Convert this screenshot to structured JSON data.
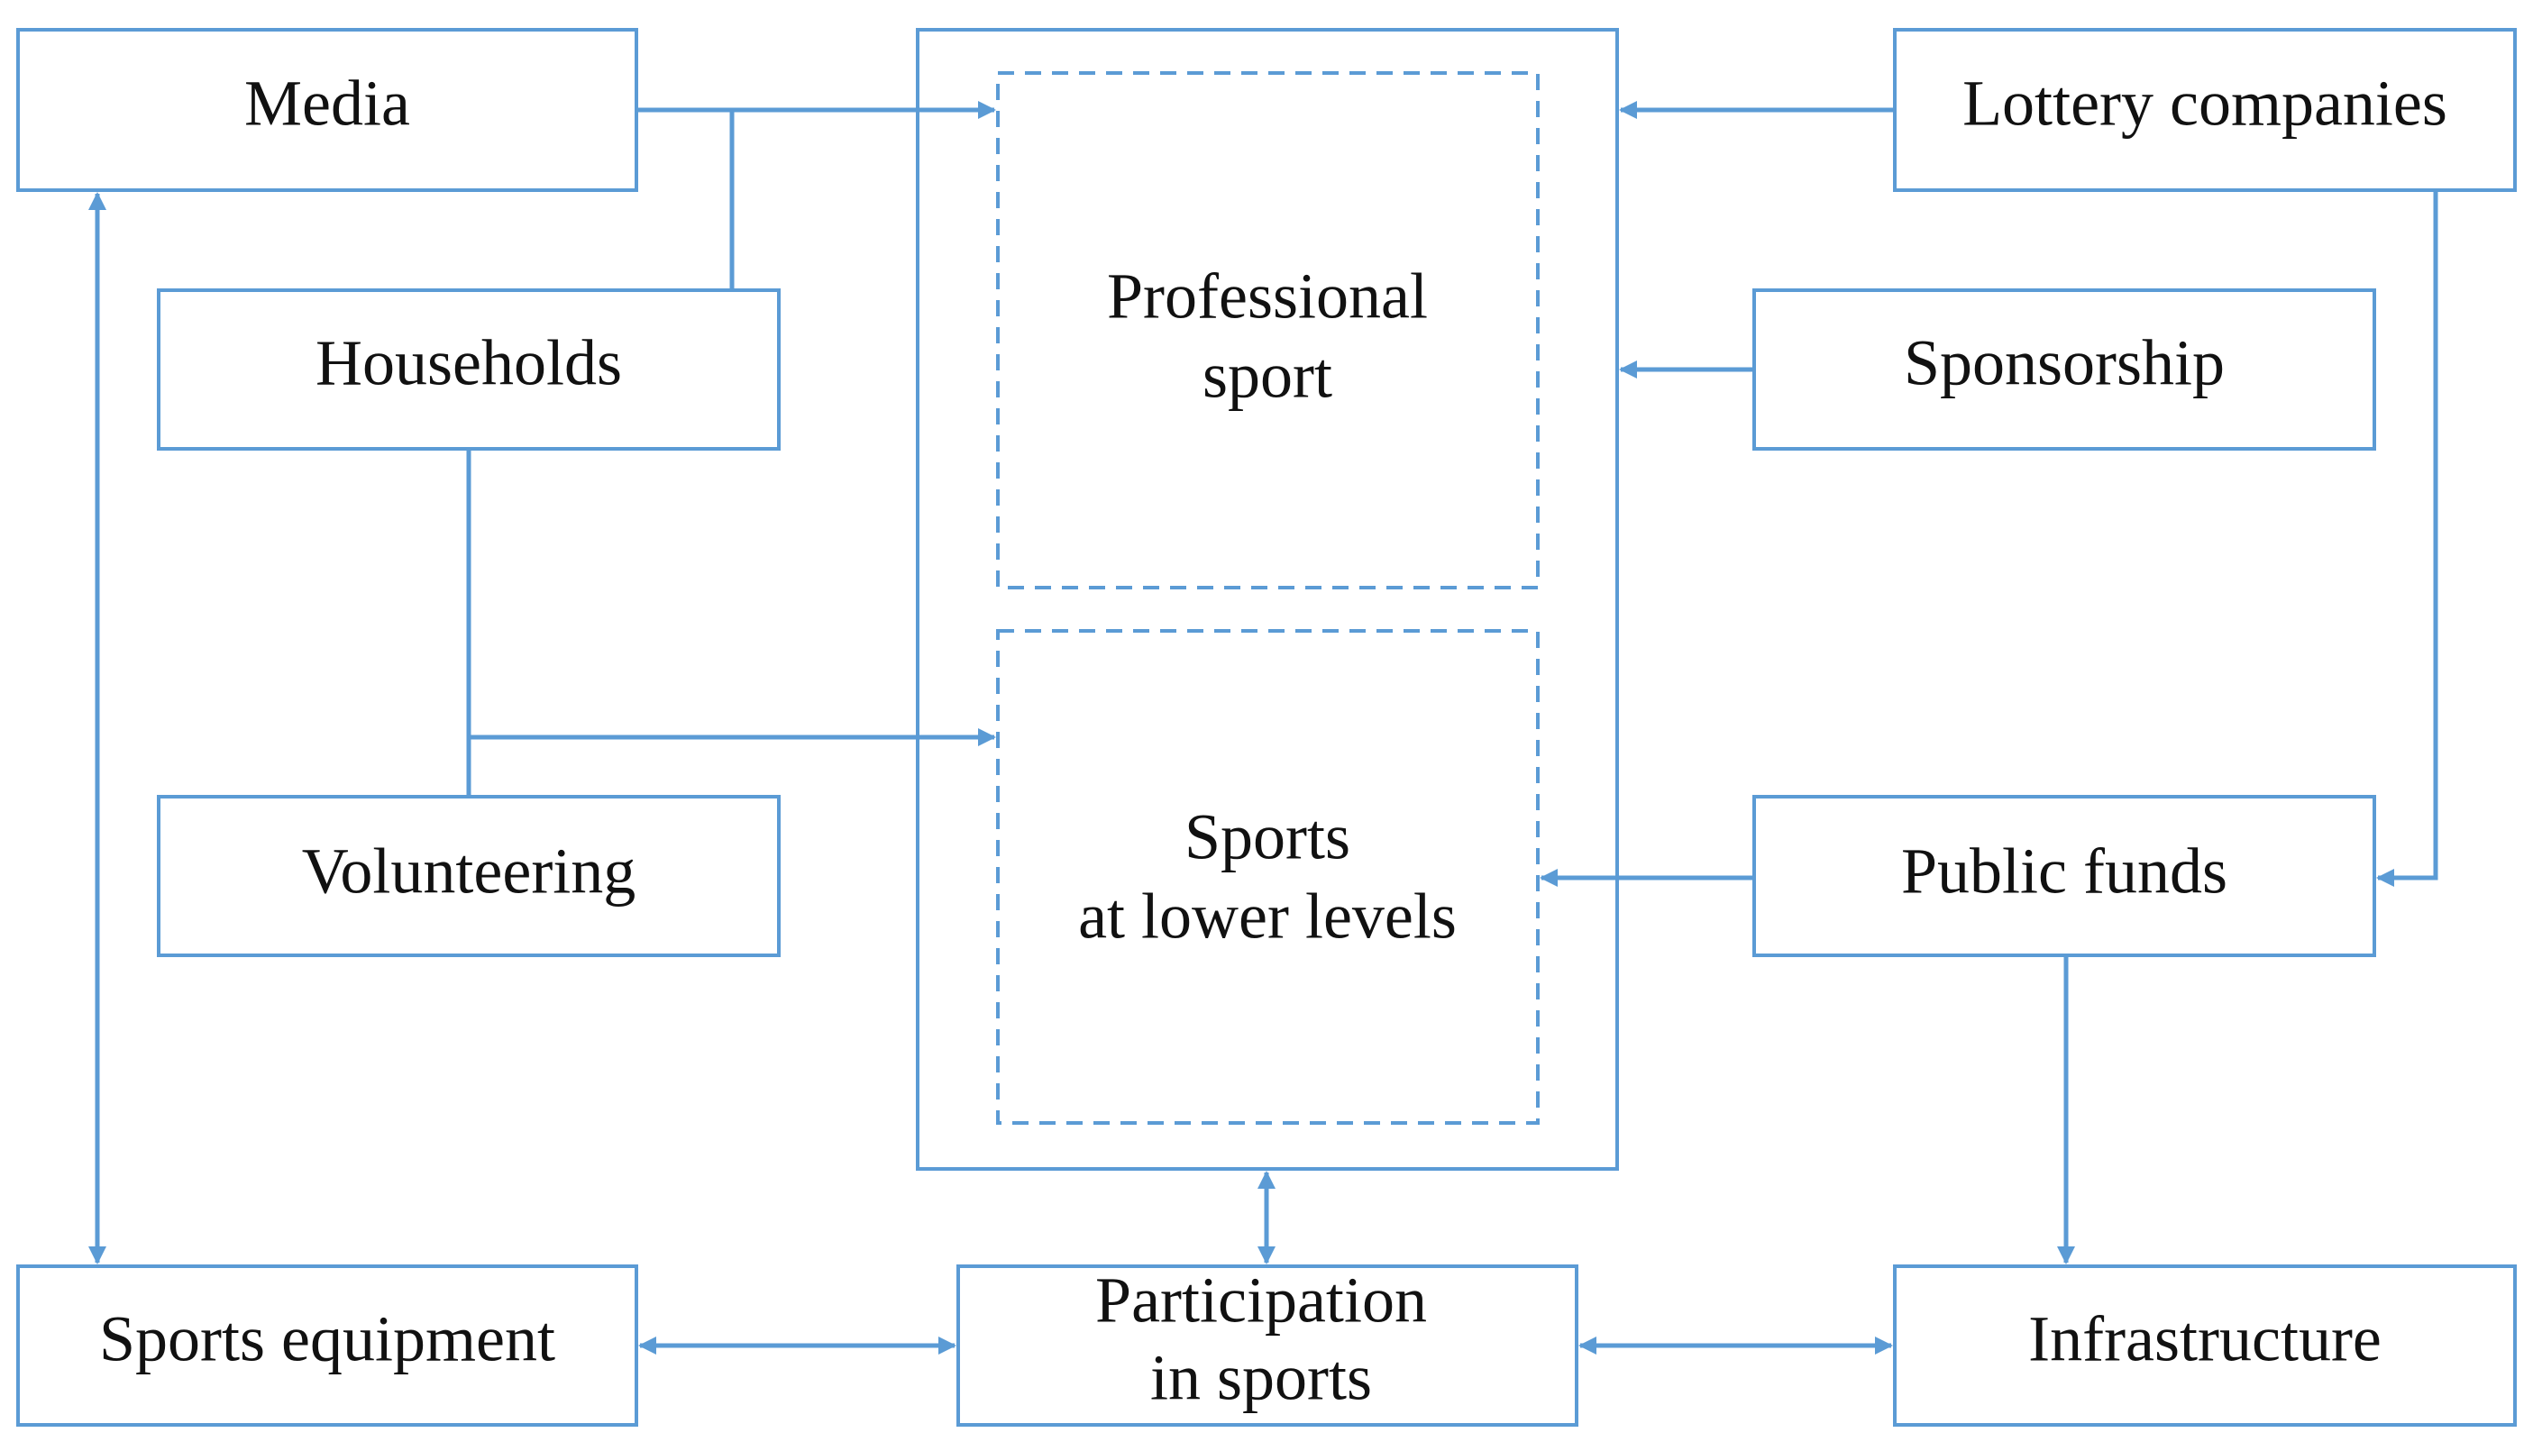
{
  "diagram": {
    "accent_color": "#5b9bd5",
    "nodes": {
      "media": "Media",
      "households": "Households",
      "volunteering": "Volunteering",
      "sports_equipment": "Sports equipment",
      "professional_sport": [
        "Professional",
        "sport"
      ],
      "sports_lower_levels": [
        "Sports",
        "at lower levels"
      ],
      "participation": [
        "Participation",
        "in sports"
      ],
      "lottery_companies": "Lottery companies",
      "sponsorship": "Sponsorship",
      "public_funds": "Public funds",
      "infrastructure": "Infrastructure"
    }
  }
}
